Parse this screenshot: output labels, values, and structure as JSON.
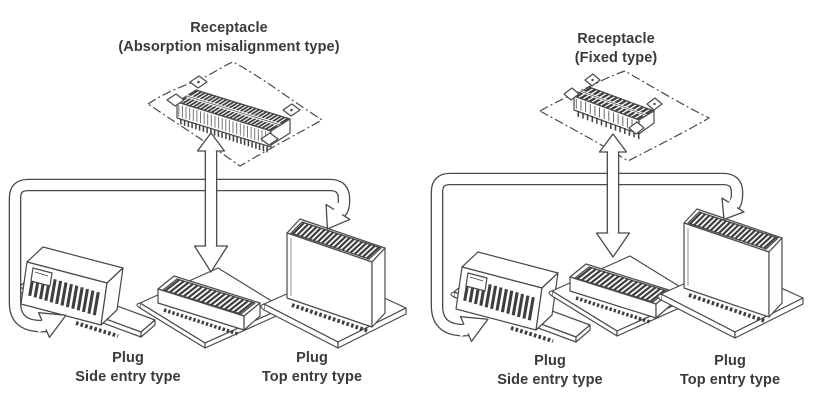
{
  "colors": {
    "line": "#4a4a4a",
    "pins": "#3f3f3f",
    "text": "#3a3a3a",
    "arrow_fill": "#ffffff",
    "background": "#ffffff"
  },
  "left_diagram": {
    "title_line1": "Receptacle",
    "title_line2": "(Absorption misalignment type)",
    "plug_side_line1": "Plug",
    "plug_side_line2": "Side entry type",
    "plug_top_line1": "Plug",
    "plug_top_line2": "Top entry type"
  },
  "right_diagram": {
    "title_line1": "Receptacle",
    "title_line2": "(Fixed type)",
    "plug_side_line1": "Plug",
    "plug_side_line2": "Side entry type",
    "plug_top_line1": "Plug",
    "plug_top_line2": "Top entry type"
  },
  "icons": {
    "up_arrow": "mating-up-arrow-icon",
    "down_arrow": "mating-down-arrow-icon",
    "side_arrow": "mating-side-arrow-icon",
    "hook_arrow": "mating-hook-arrow-icon"
  }
}
